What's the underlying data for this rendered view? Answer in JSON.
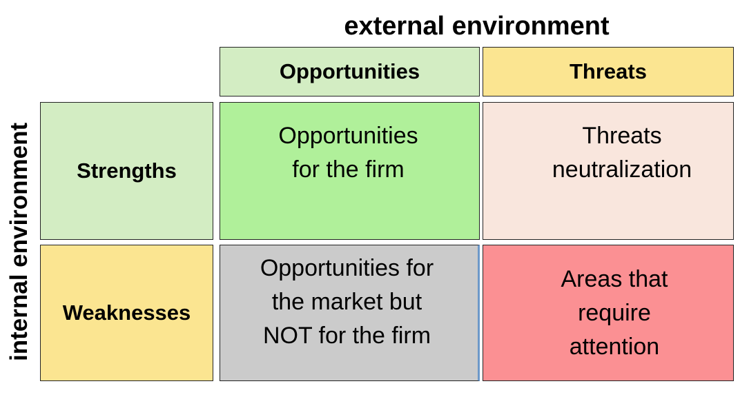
{
  "axes": {
    "external": "external environment",
    "internal": "internal environment"
  },
  "columns": {
    "opportunities": "Opportunities",
    "threats": "Threats"
  },
  "rows": {
    "strengths": "Strengths",
    "weaknesses": "Weaknesses"
  },
  "quadrants": {
    "strengths_opportunities": [
      "Opportunities",
      "for the firm"
    ],
    "strengths_threats": [
      "Threats",
      "neutralization"
    ],
    "weaknesses_opportunities": [
      "Opportunities for",
      "the market but",
      "NOT for the firm"
    ],
    "weaknesses_threats": [
      "Areas that",
      "require",
      "attention"
    ]
  },
  "colors": {
    "opportunities_header": "#d3edc3",
    "threats_header": "#fbe591",
    "strengths_header": "#d3edc3",
    "weaknesses_header": "#fbe591",
    "so_quadrant": "#b0f09a",
    "st_quadrant": "#f9e6dd",
    "wo_quadrant": "#cbcbcb",
    "wt_quadrant": "#fb9093"
  }
}
